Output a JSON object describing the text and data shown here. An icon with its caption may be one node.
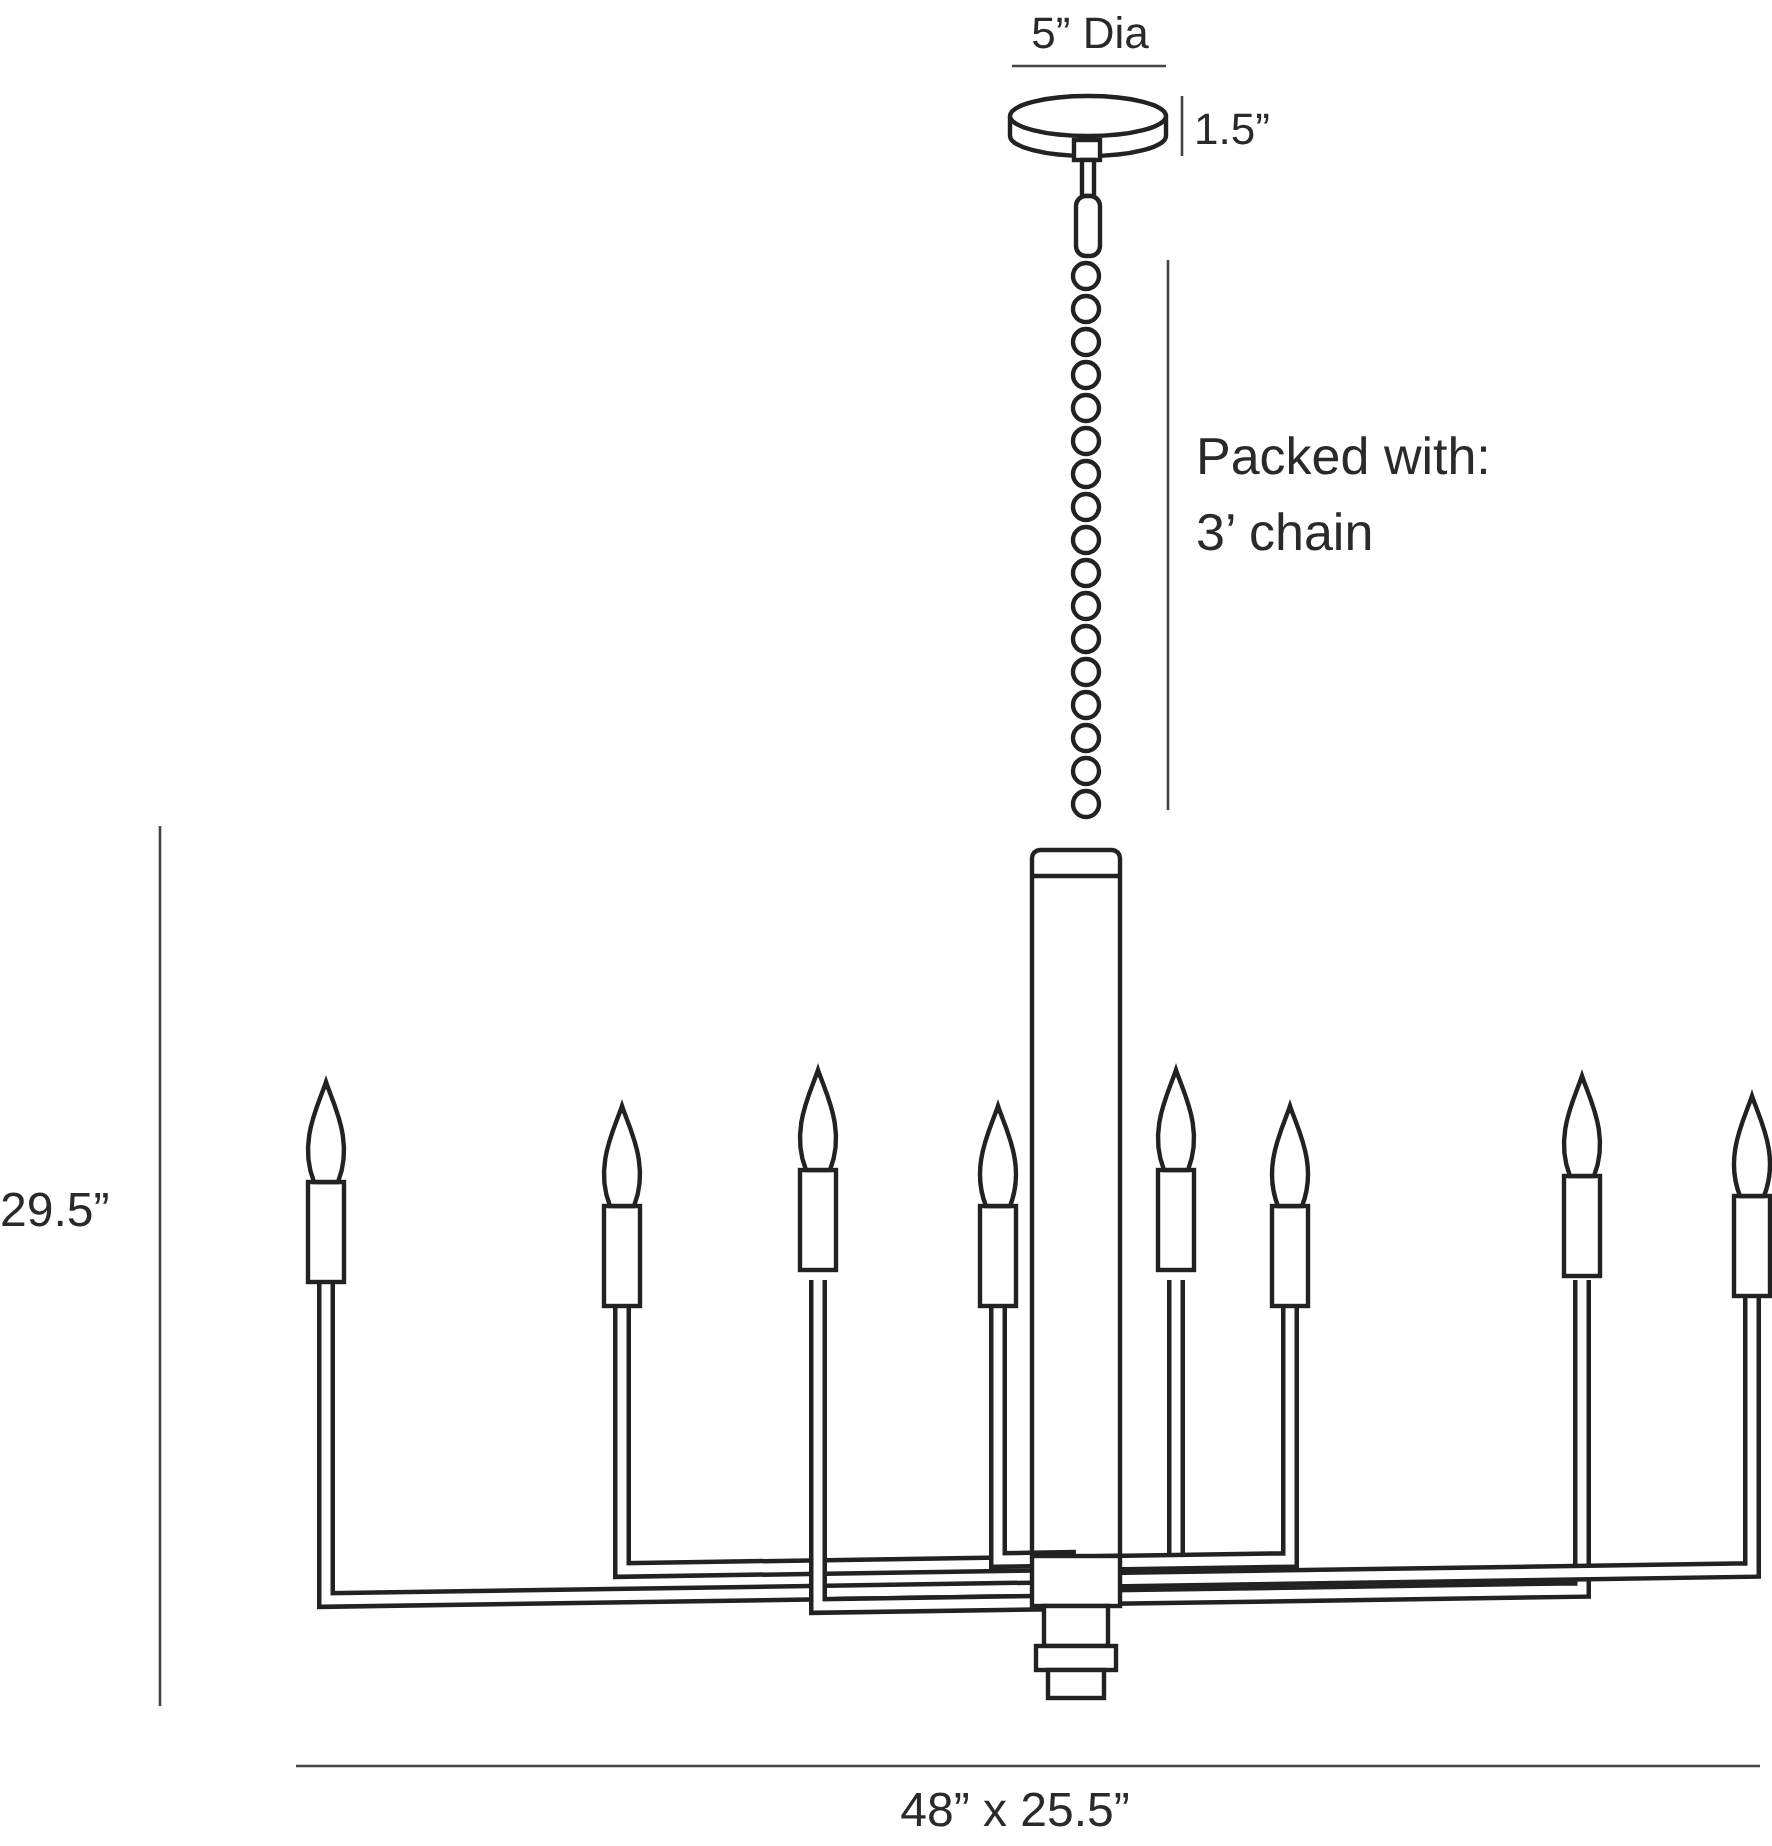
{
  "diagram": {
    "labels": [
      "5” Dia",
      "1.5”",
      "Packed with: 3’ chain",
      "29.5”",
      "48” x 25.5”"
    ]
  }
}
